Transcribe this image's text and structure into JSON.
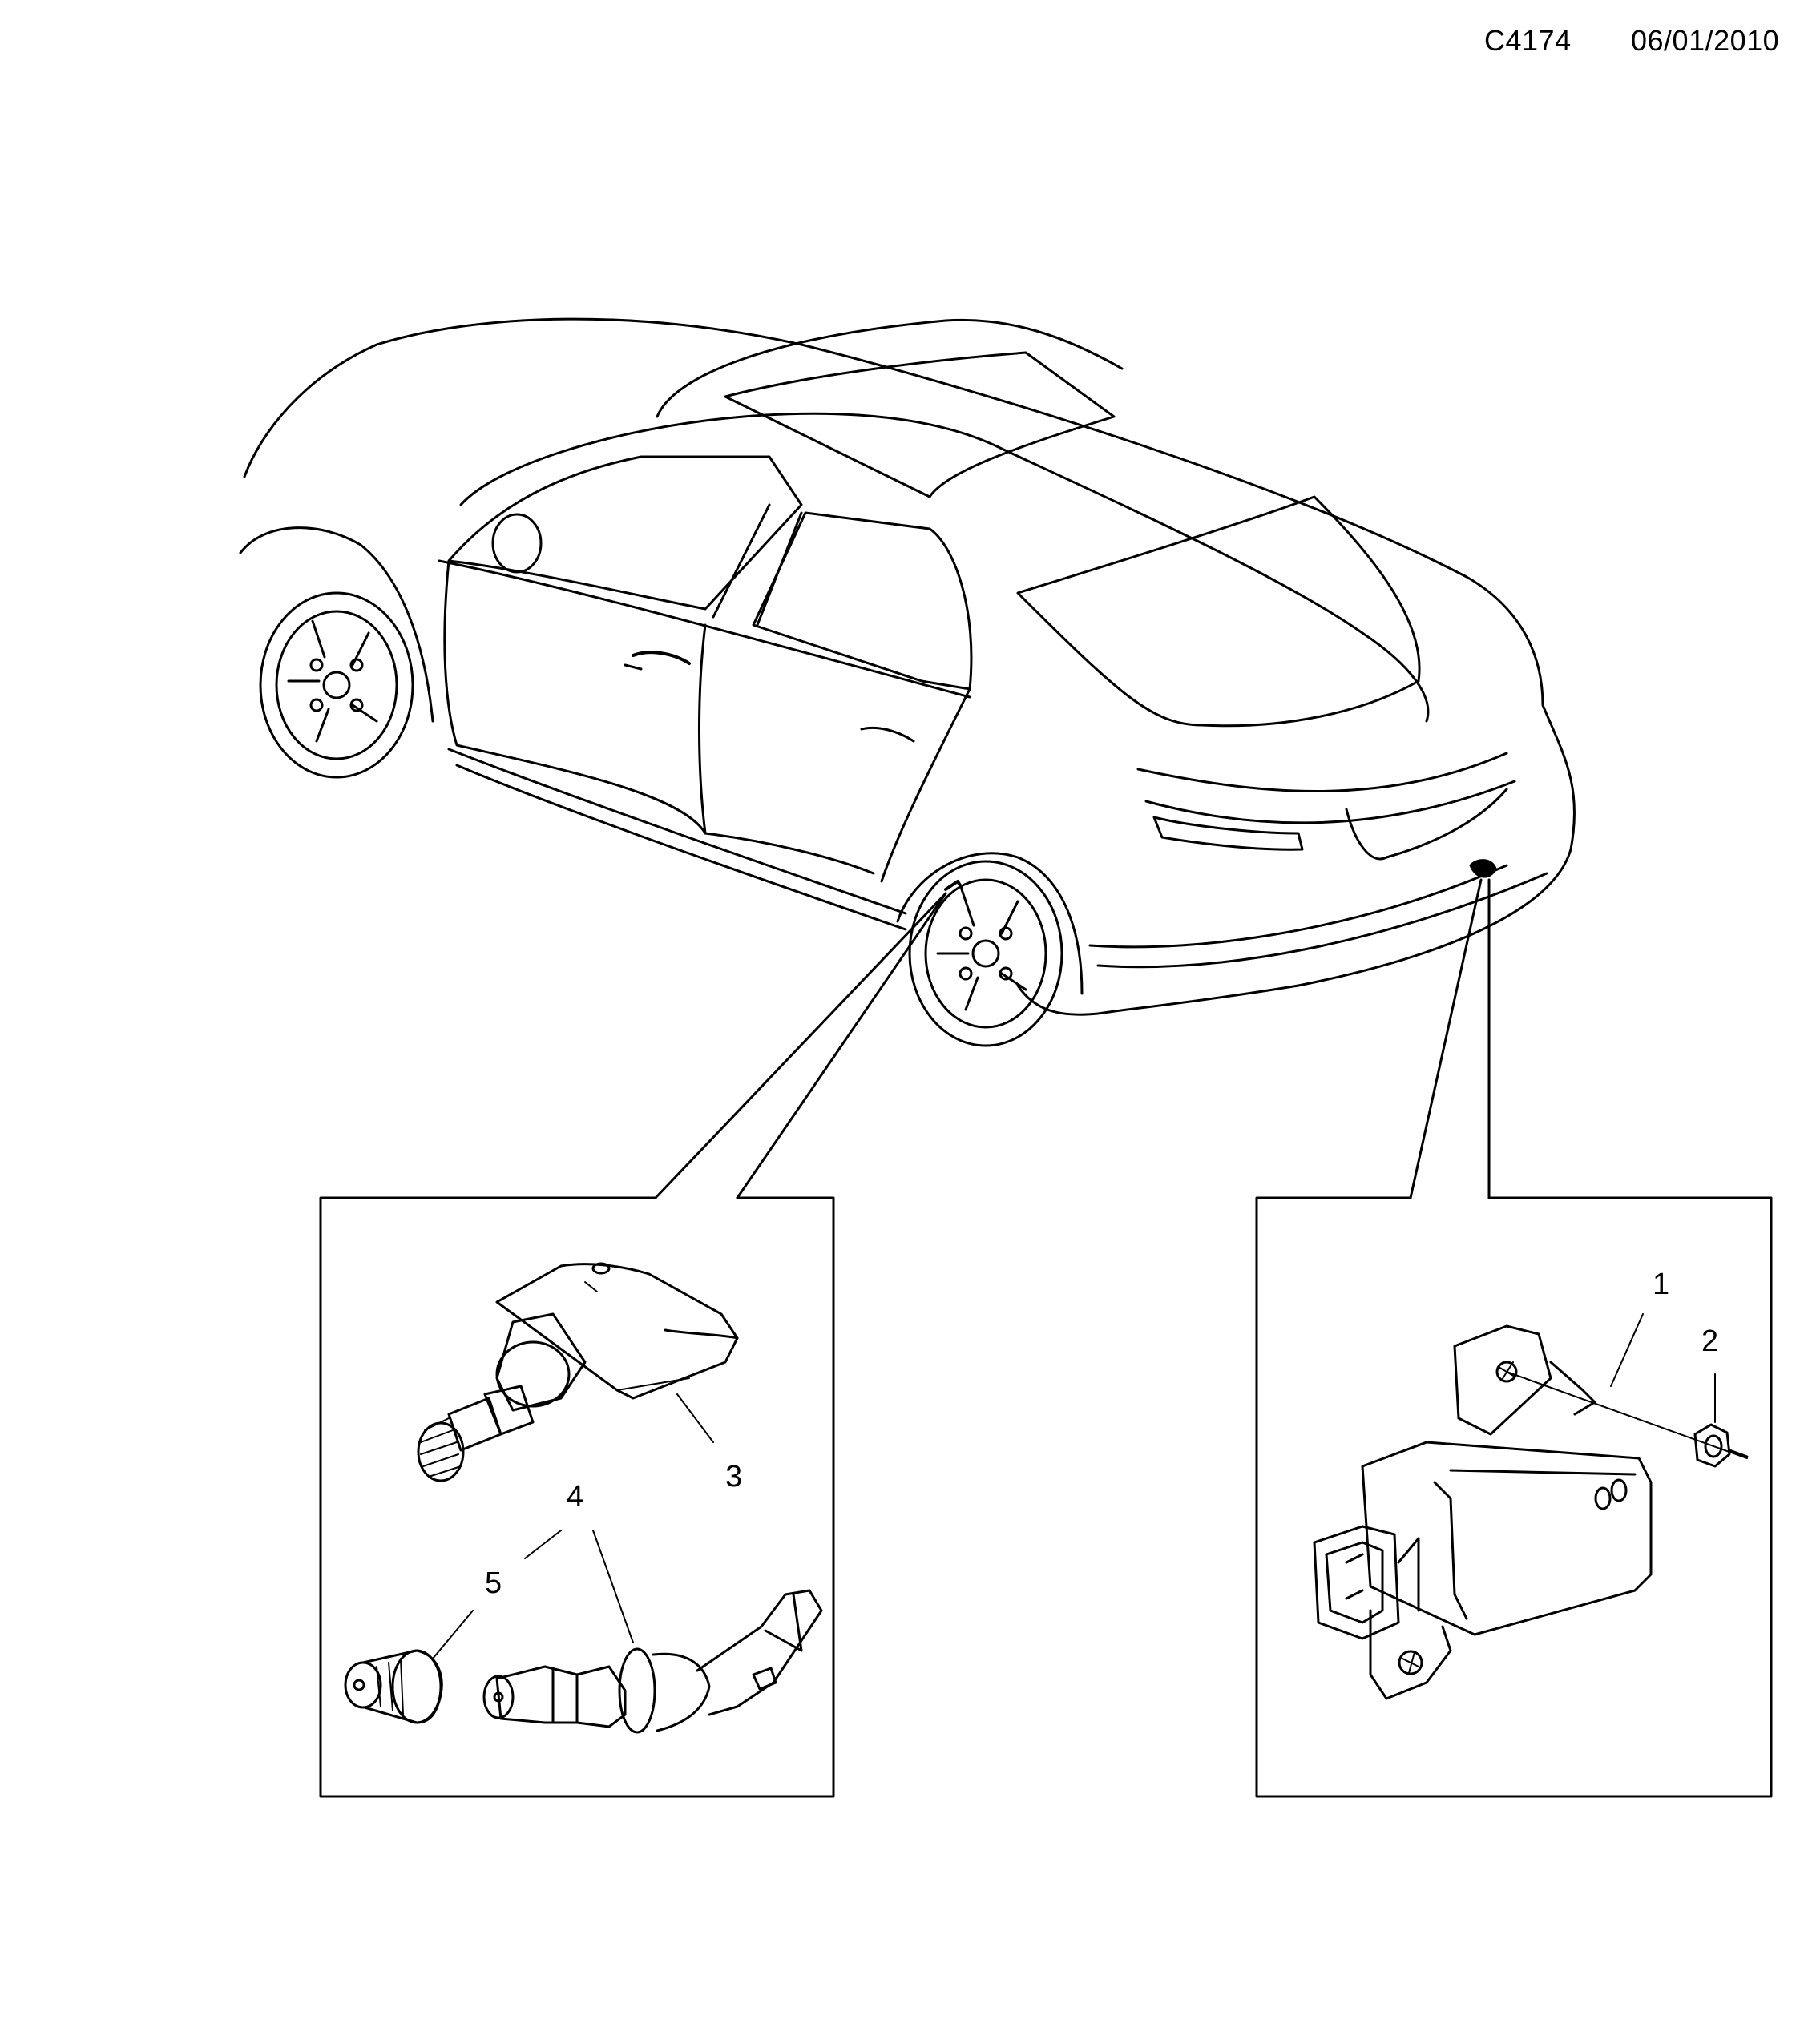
{
  "header": {
    "diagram_code": "C4174",
    "date": "06/01/2010"
  },
  "callouts": [
    {
      "id": "1",
      "label": "1"
    },
    {
      "id": "2",
      "label": "2"
    },
    {
      "id": "3",
      "label": "3"
    },
    {
      "id": "4",
      "label": "4"
    },
    {
      "id": "5",
      "label": "5"
    }
  ],
  "line_color": "#000000",
  "background_color": "#ffffff"
}
